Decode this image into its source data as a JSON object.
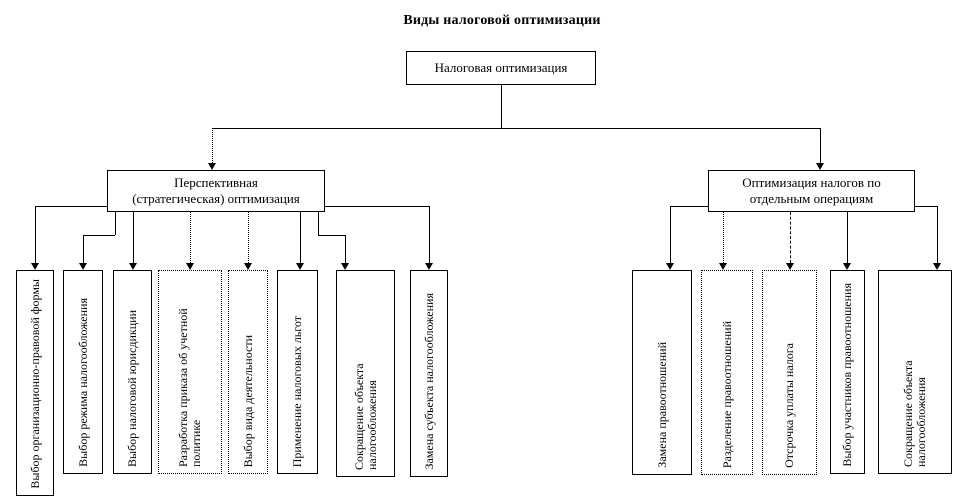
{
  "title": "Виды налоговой оптимизации",
  "colors": {
    "line": "#000000",
    "background": "#ffffff",
    "box_border": "#000000",
    "text": "#000000"
  },
  "root": {
    "label": "Налоговая оптимизация"
  },
  "branches": {
    "strategic": {
      "lines": [
        "Перспективная",
        "(стратегическая) оптимизация"
      ],
      "leaves": [
        "Выбор организационно-правовой формы",
        "Выбор режима налогообложения",
        "Выбор налоговой юрисдикции",
        "Разработка приказа об учетной политике",
        "Выбор вида деятельности",
        "Применение налоговых льгот",
        "Сокращение объекта налогообложения",
        "Замена субъекта налогообложения"
      ]
    },
    "operations": {
      "lines": [
        "Оптимизация налогов по",
        "отдельным операциям"
      ],
      "leaves": [
        "Замена правоотношений",
        "Разделение правоотношений",
        "Отсрочка уплаты налога",
        "Выбор участников правоотношения",
        "Сокращение объекта налогообложения"
      ]
    }
  }
}
